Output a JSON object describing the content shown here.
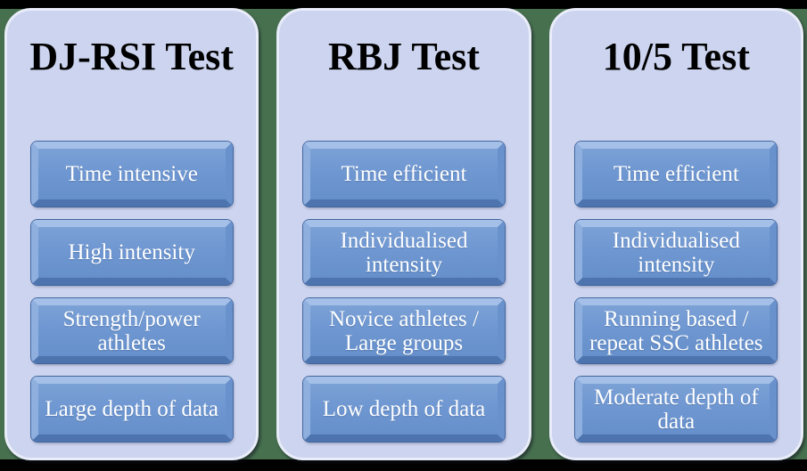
{
  "diagram": {
    "type": "three-column comparison of jump tests",
    "colors": {
      "outer_background": "#000000",
      "backdrop_green": "#47704f",
      "panel_background": "#ccd4ef",
      "panel_border": "#e9ecf9",
      "button_body": "#6f97d1",
      "button_bevel_top": "#a5c0e8",
      "button_bevel_left": "#8fafdf",
      "button_bevel_right": "#6991cc",
      "button_bevel_bottom": "#4d74ae",
      "button_outline": "#42669f",
      "title_text": "#000000",
      "button_text": "#ffffff"
    }
  },
  "panels": [
    {
      "title": "DJ-RSI Test",
      "items": [
        "Time intensive",
        "High intensity",
        "Strength/power athletes",
        "Large depth of data"
      ]
    },
    {
      "title": "RBJ Test",
      "items": [
        "Time efficient",
        "Individualised intensity",
        "Novice athletes / Large groups",
        "Low depth of data"
      ]
    },
    {
      "title": "10/5 Test",
      "items": [
        "Time efficient",
        "Individualised intensity",
        "Running based / repeat SSC athletes",
        "Moderate depth of data"
      ]
    }
  ]
}
